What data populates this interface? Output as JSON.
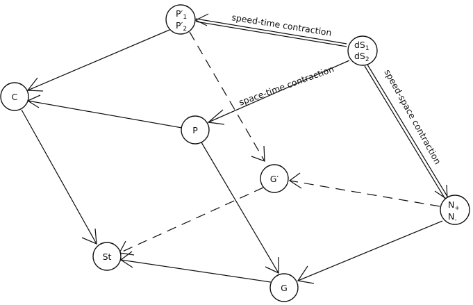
{
  "nodes": {
    "p_prime": {
      "line1": "P′1",
      "line2": "P′2"
    },
    "ds": {
      "line1": "dS1",
      "line2": "dS2"
    },
    "c": {
      "label": "C"
    },
    "p": {
      "label": "P"
    },
    "g_prime": {
      "label": "G′"
    },
    "n": {
      "line1": "N+",
      "line2": "N-"
    },
    "st": {
      "label": "St"
    },
    "g": {
      "label": "G"
    }
  },
  "edge_labels": {
    "speed_time": "speed-time contraction",
    "space_time": "space-time contraction",
    "speed_space": "speed-space contraction"
  }
}
